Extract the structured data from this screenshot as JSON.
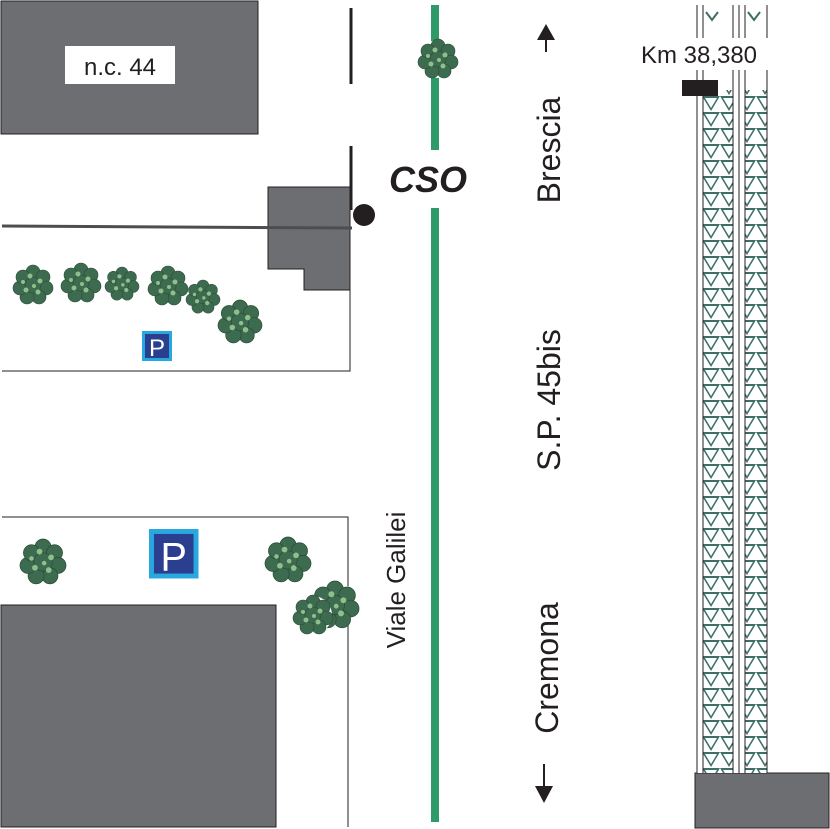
{
  "building_label": "n.c. 44",
  "station_label": "CSO",
  "road_name_local": "Viale Galilei",
  "road_name_main": "S.P. 45bis",
  "direction_north": "Brescia",
  "direction_south": "Cremona",
  "arrow_up": "↑",
  "arrow_down": "↓",
  "km_marker": "Km 38,380",
  "parking_sign": "P",
  "colors": {
    "building": "#6d6e71",
    "green_road": "#2e9a6a",
    "tree_dark": "#3d6b4f",
    "tree_light": "#8fbf8c",
    "parking_blue": "#2a3f8f",
    "parking_cyan": "#29a8e0",
    "rail_teal": "#3d6e68",
    "text": "#231f20"
  },
  "icons": [
    "tree-icon",
    "parking-icon",
    "station-point-icon",
    "arrow-up-icon",
    "arrow-down-icon"
  ]
}
